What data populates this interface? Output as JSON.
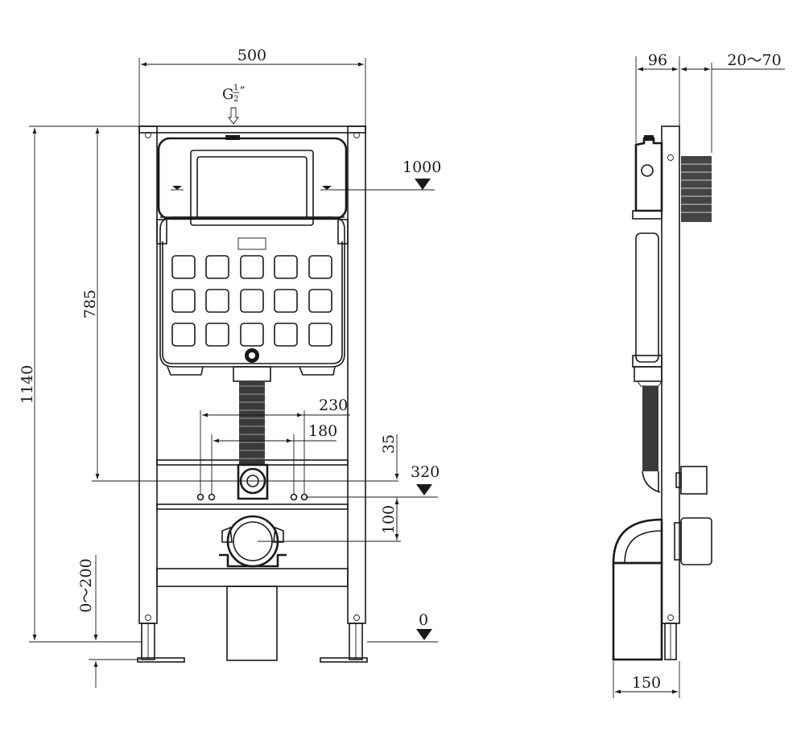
{
  "front_view": {
    "width_label": "500",
    "connection_label": "G",
    "connection_fraction_num": "1",
    "connection_fraction_den": "2",
    "connection_inch": "″",
    "total_height_label": "1140",
    "flush_height_label": "785",
    "spacing_outer_label": "230",
    "spacing_inner_label": "180",
    "offset_label": "35",
    "pipe_spacing_label": "100",
    "leg_adjust_label": "0～200",
    "level_top_label": "1000",
    "level_mid_label": "320",
    "level_floor_label": "0"
  },
  "side_view": {
    "depth_label": "96",
    "wall_adjust_label": "20～70",
    "base_depth_label": "150"
  }
}
